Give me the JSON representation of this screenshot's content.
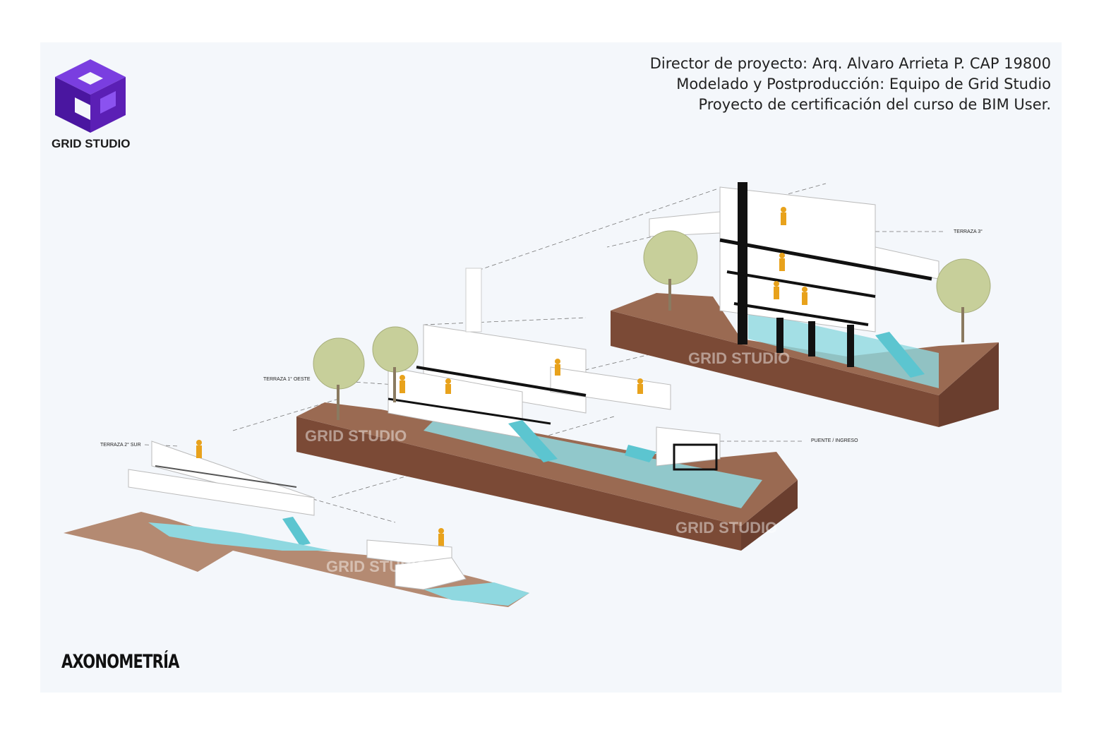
{
  "brand": {
    "name": "GRID STUDIO",
    "accent": "#5b1fb5"
  },
  "credits": [
    "Director de proyecto: Arq. Alvaro Arrieta P. CAP 19800",
    "Modelado y Postproducción: Equipo de Grid Studio",
    "Proyecto de certificación del curso de BIM User."
  ],
  "title": "AXONOMETRÍA",
  "labels": {
    "terraza3": "TERRAZA 3°",
    "terraza1": "TERRAZA 1° OESTE",
    "terraza2": "TERRAZA 2° SUR",
    "puente": "PUENTE / INGRESO"
  },
  "watermark": "GRID STUDIO",
  "colors": {
    "earth": "#7b4a36",
    "earth_top": "#9a6a52",
    "water": "#8fd8e0",
    "wall": "#ffffff",
    "figure": "#e8a21c",
    "tree": "#c7cf9a"
  }
}
